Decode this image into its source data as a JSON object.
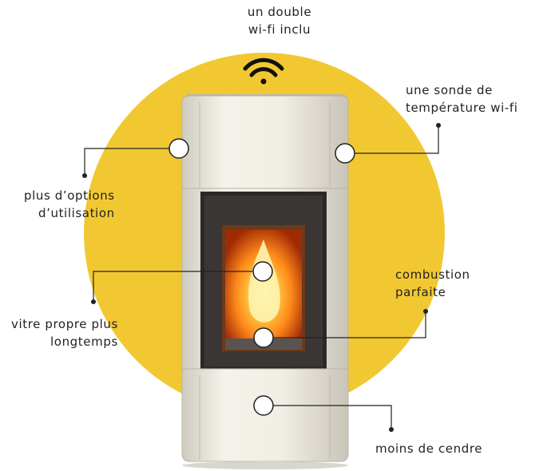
{
  "labels": {
    "wifi": [
      "un double",
      "wi-fi inclu"
    ],
    "probe": [
      "une sonde de",
      "température wi-fi"
    ],
    "options": [
      "plus d’options",
      "d’utilisation"
    ],
    "glass": [
      "vitre propre plus",
      "longtemps"
    ],
    "combustion": [
      "combustion",
      "parfaite"
    ],
    "ash": [
      "moins de cendre"
    ]
  },
  "colors": {
    "accent_circle": "#f2c832",
    "body": "#ece9df",
    "glass": "#2b2927",
    "fire": "#ff8a1a",
    "line": "#222222"
  },
  "icons": {
    "wifi": "wifi-icon"
  }
}
